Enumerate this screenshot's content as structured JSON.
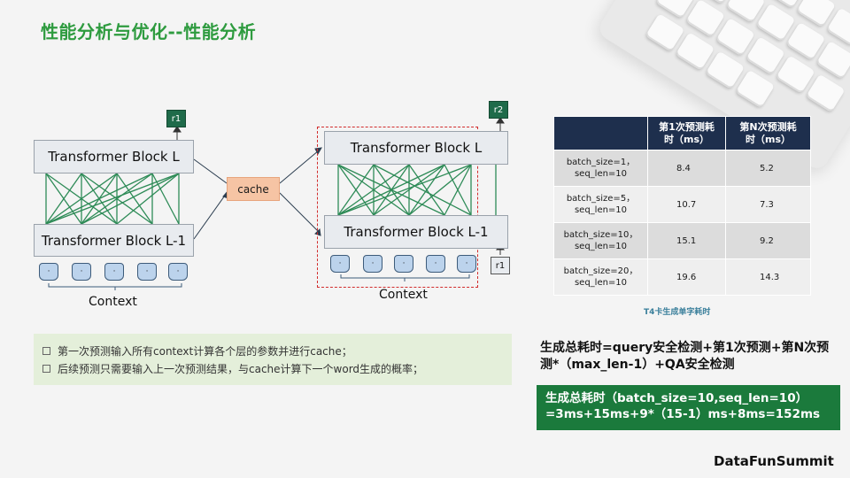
{
  "slide": {
    "title": "性能分析与优化--性能分析",
    "brand": "DataFunSummit"
  },
  "diagram_left": {
    "output_label": "r1",
    "top_block": "Transformer Block L",
    "bottom_block": "Transformer Block L-1",
    "context_label": "Context",
    "token_mark": "·"
  },
  "cache_label": "cache",
  "diagram_right": {
    "output_label": "r2",
    "top_block": "Transformer Block L",
    "bottom_block": "Transformer Block L-1",
    "context_label": "Context",
    "input_label": "r1",
    "token_mark": "·"
  },
  "table": {
    "headers": [
      "",
      "第1次预测耗\n时（ms）",
      "第N次预测耗\n时（ms）"
    ],
    "rows": [
      {
        "config": "batch_size=1，\nseq_len=10",
        "first": "8.4",
        "nth": "5.2"
      },
      {
        "config": "batch_size=5，\nseq_len=10",
        "first": "10.7",
        "nth": "7.3"
      },
      {
        "config": "batch_size=10，\nseq_len=10",
        "first": "15.1",
        "nth": "9.2"
      },
      {
        "config": "batch_size=20，\nseq_len=10",
        "first": "19.6",
        "nth": "14.3"
      }
    ],
    "caption": "T4卡生成单字耗时"
  },
  "notes": [
    "第一次预测输入所有context计算各个层的参数并进行cache；",
    "后续预测只需要输入上一次预测结果，与cache计算下一个word生成的概率；"
  ],
  "formula": "生成总耗时=query安全检测+第1次预测+第N次预测*（max_len-1）+QA安全检测",
  "result": {
    "line1": "生成总耗时（batch_size=10,seq_len=10）",
    "line2": "=3ms+15ms+9*（15-1）ms+8ms=152ms"
  },
  "colors": {
    "title_green": "#2e9b3f",
    "link_green": "#2e8b57",
    "table_header": "#1e2f4d",
    "result_bg": "#1b7a3c",
    "dashed_red": "#d22c2c",
    "cache_fill": "#f6c4a4"
  }
}
